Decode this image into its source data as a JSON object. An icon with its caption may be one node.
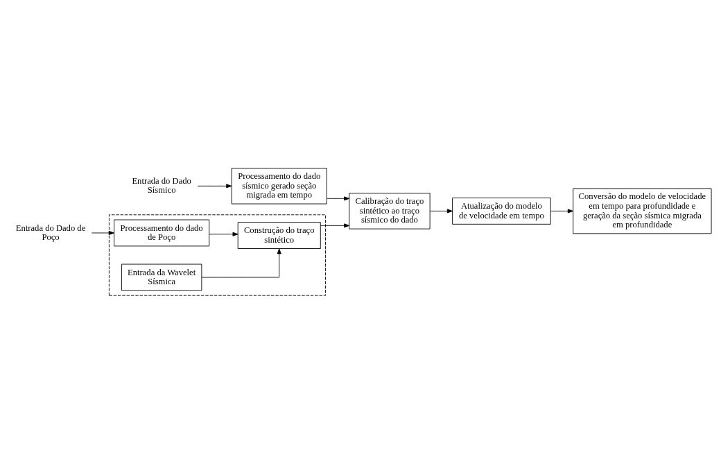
{
  "diagram": {
    "nodes": [
      {
        "text": [
          "Entrada do Dado Sísmico"
        ]
      },
      {
        "text": [
          "Processamento do dado sísmico gerado seção migrada em tempo"
        ]
      },
      {
        "text": [
          "Entrada do Dado de Poço"
        ]
      },
      {
        "text": [],
        "shape": "box"
      },
      {
        "text": [
          "Processamento do dado de Poço"
        ],
        "in": 3
      },
      {
        "text": [
          "Entrada da Wavelet Sísmica"
        ],
        "in": 3
      },
      {
        "text": [
          "Construção do traço sintético"
        ],
        "in": 3
      },
      {
        "text": [
          "Calibração do traço sintético ao traço sísmico do dado"
        ]
      },
      {
        "text": [
          "Atualização do modelo de velocidade em tempo"
        ]
      },
      {
        "text": [
          "Conversão do modelo de velocidade em tempo para profundidade e geração da seção sísmica migrada em profundidade"
        ]
      }
    ],
    "edges": [
      {
        "from": 0,
        "to": 1,
        "arrow": "to"
      },
      {
        "from": 2,
        "to": 4,
        "arrow": "to"
      },
      {
        "from": 4,
        "to": 6,
        "arrow": "to"
      },
      {
        "from": 5,
        "to": 6,
        "arrow": "to"
      },
      {
        "from": 1,
        "to": 7,
        "arrow": "to"
      },
      {
        "from": 6,
        "to": 7,
        "arrow": "to"
      },
      {
        "from": 7,
        "to": 8,
        "arrow": "to"
      },
      {
        "from": 8,
        "to": 9,
        "arrow": "to"
      }
    ]
  }
}
